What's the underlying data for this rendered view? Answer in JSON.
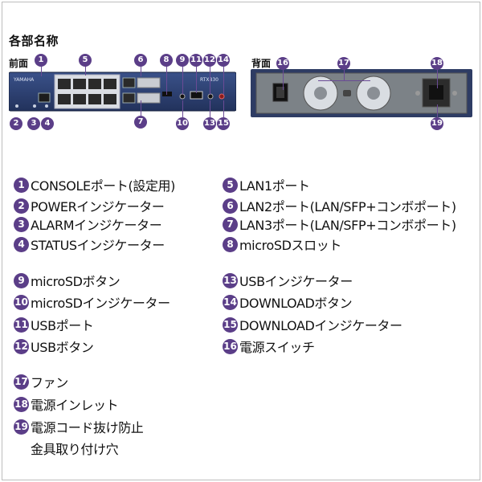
{
  "heading": "各部名称",
  "front_label": "前面",
  "back_label": "背面",
  "device": {
    "brand_text": "YAMAHA",
    "model_text": "RTX830"
  },
  "callouts": [
    {
      "num": "1",
      "label": "CONSOLEポート(設定用)"
    },
    {
      "num": "2",
      "label": "POWERインジケーター"
    },
    {
      "num": "3",
      "label": "ALARMインジケーター"
    },
    {
      "num": "4",
      "label": "STATUSインジケーター"
    },
    {
      "num": "5",
      "label": "LAN1ポート"
    },
    {
      "num": "6",
      "label": "LAN2ポート(LAN/SFP+コンボポート)"
    },
    {
      "num": "7",
      "label": "LAN3ポート(LAN/SFP+コンボポート)"
    },
    {
      "num": "8",
      "label": "microSDスロット"
    },
    {
      "num": "9",
      "label": "microSDボタン"
    },
    {
      "num": "10",
      "label": "microSDインジケーター"
    },
    {
      "num": "11",
      "label": "USBポート"
    },
    {
      "num": "12",
      "label": "USBボタン"
    },
    {
      "num": "13",
      "label": "USBインジケーター"
    },
    {
      "num": "14",
      "label": "DOWNLOADボタン"
    },
    {
      "num": "15",
      "label": "DOWNLOADインジケーター"
    },
    {
      "num": "16",
      "label": "電源スイッチ"
    },
    {
      "num": "17",
      "label": "ファン"
    },
    {
      "num": "18",
      "label": "電源インレット"
    },
    {
      "num": "19",
      "label": "電源コード抜け防止"
    }
  ],
  "callout_19_continuation": "金具取り付け穴",
  "colors": {
    "badge": "#5b3e88",
    "chassis": "#2b3f73",
    "rear_panel": "#7c8287"
  }
}
